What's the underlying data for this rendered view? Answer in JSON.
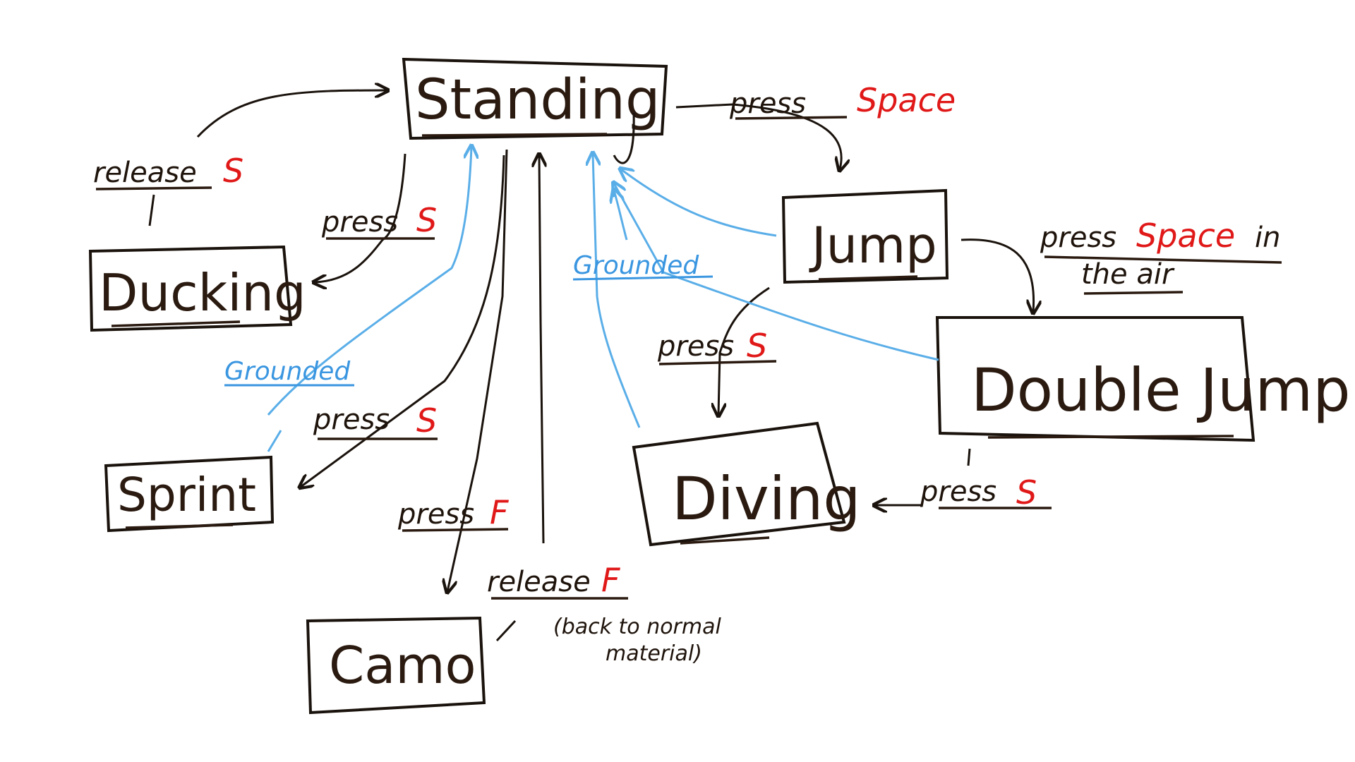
{
  "states": {
    "standing": "Standing",
    "ducking": "Ducking",
    "jump": "Jump",
    "double_jump": "Double Jump",
    "sprint": "Sprint",
    "diving": "Diving",
    "camo": "Camo"
  },
  "transitions": {
    "release_s": {
      "verb": "release",
      "key": "S"
    },
    "press_s_duck": {
      "verb": "press",
      "key": "S"
    },
    "press_space": {
      "verb": "press",
      "key": "Space"
    },
    "press_space_air": {
      "verb": "press",
      "key": "Space",
      "suffix": "in",
      "line2": "the air"
    },
    "press_s_jump": {
      "verb": "press",
      "key": "S"
    },
    "press_s_sprint": {
      "verb": "press",
      "key": "S"
    },
    "press_f": {
      "verb": "press",
      "key": "F"
    },
    "release_f": {
      "verb": "release",
      "key": "F"
    },
    "press_s_double": {
      "verb": "press",
      "key": "S"
    }
  },
  "grounded_labels": {
    "left": "Grounded",
    "right": "Grounded"
  },
  "note": {
    "line1": "(back to normal",
    "line2": "material)"
  },
  "colors": {
    "ink": "#1a120c",
    "key_red": "#e01818",
    "grounded_blue": "#3a96e0"
  }
}
